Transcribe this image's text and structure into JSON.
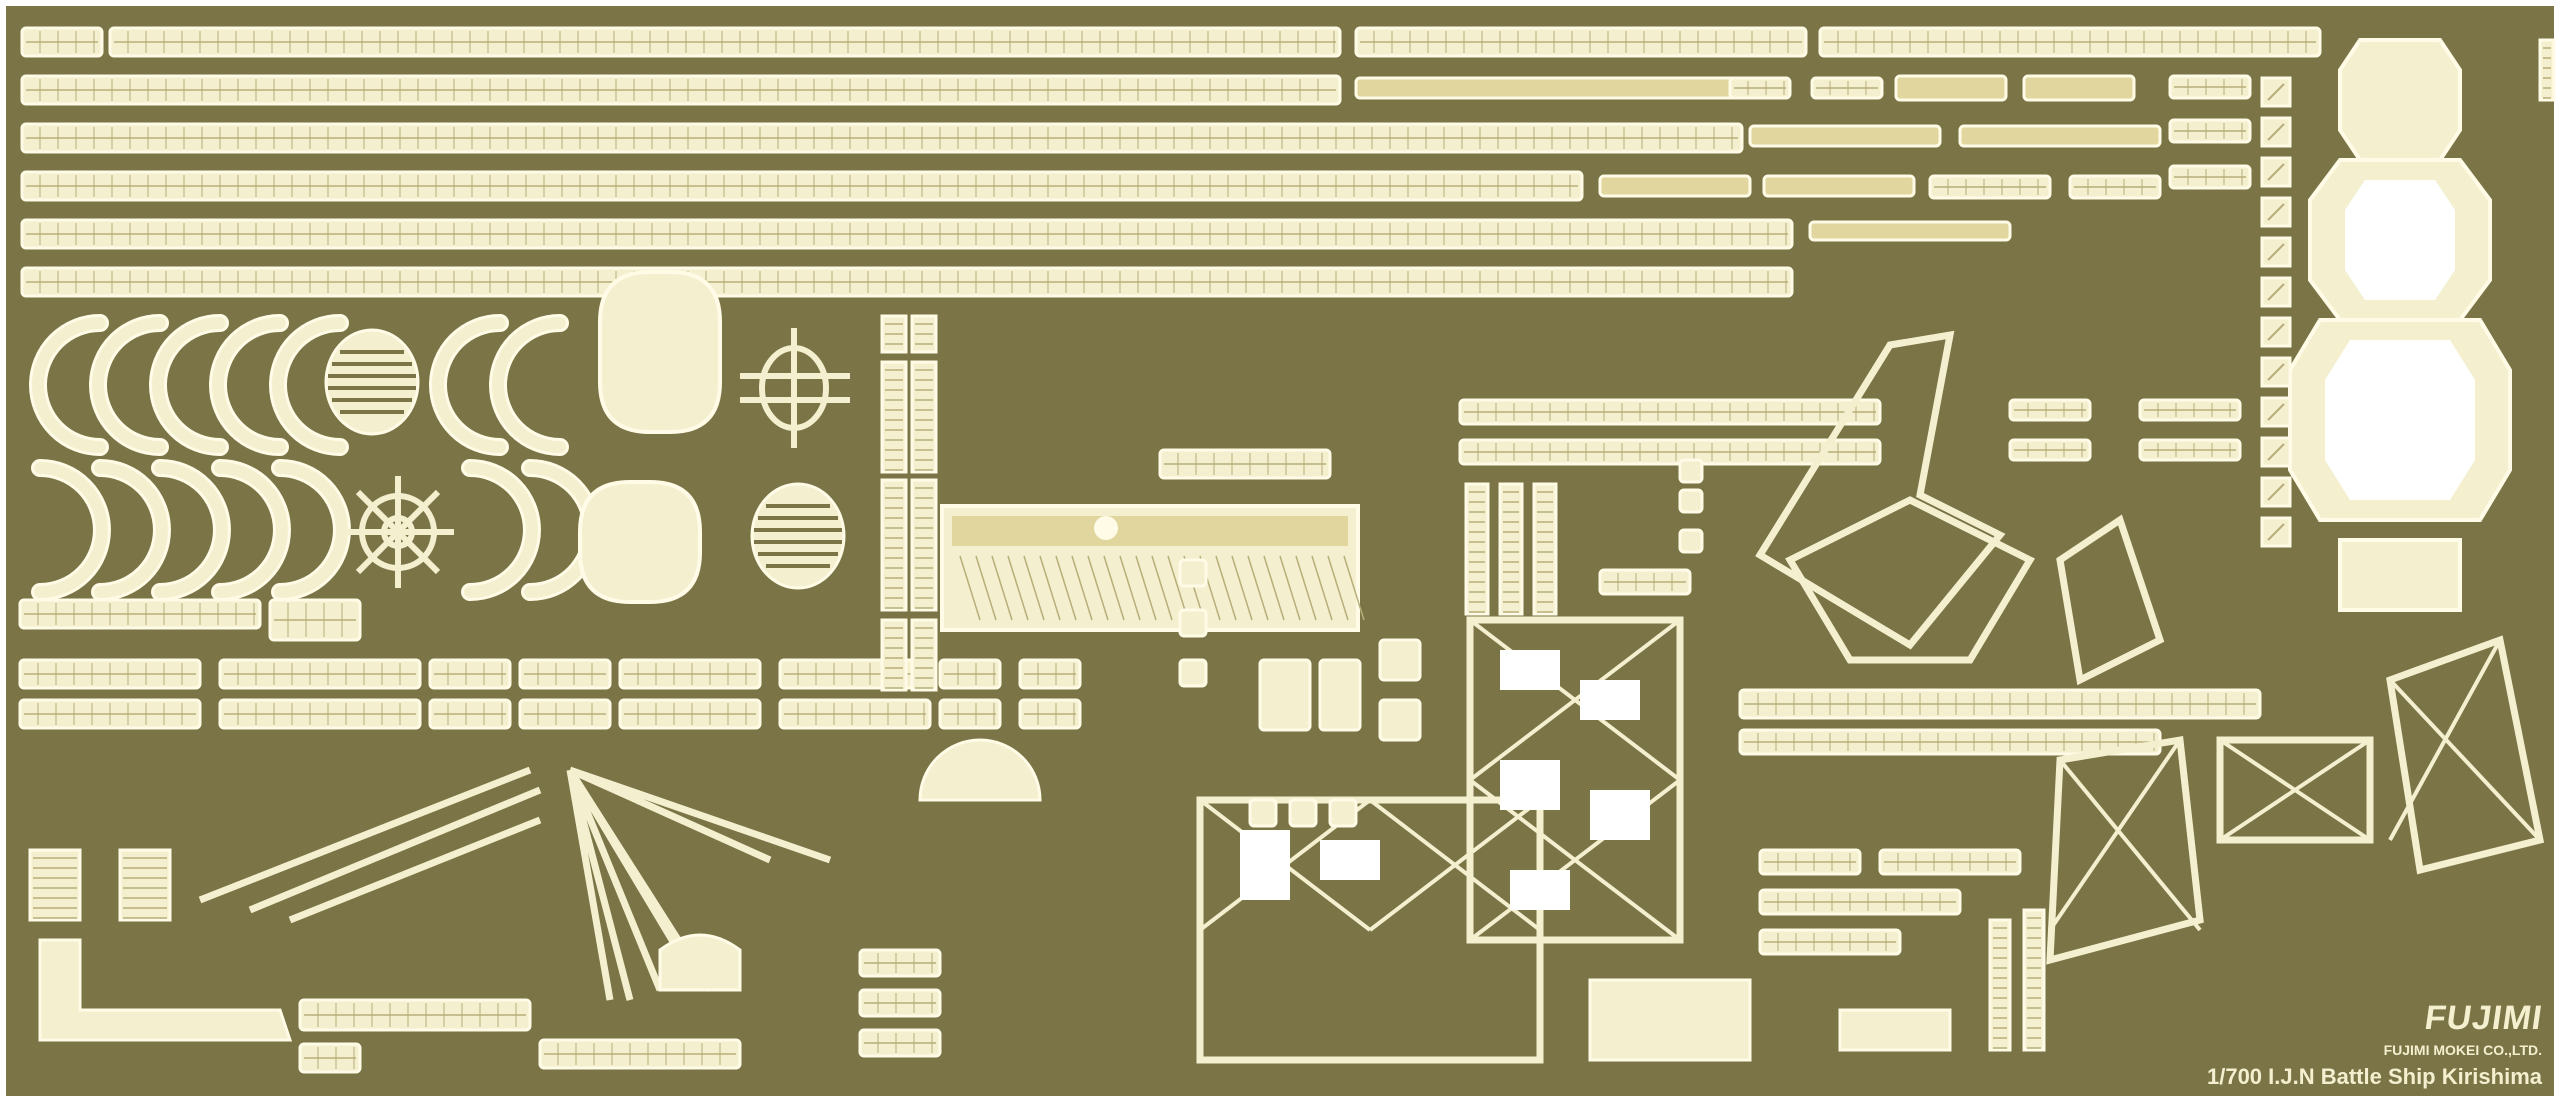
{
  "colors": {
    "fret_background": "#7a7446",
    "part_fill": "#f4efcf",
    "part_outline": "#fffbe6",
    "part_detail": "#b7ad78",
    "solid_bar": "#e2d69f"
  },
  "sheet": {
    "brand": "FUJIMI",
    "maker": "FUJIMI MOKEI CO.,LTD.",
    "title": "1/700 I.J.N Battle Ship Kirishima"
  },
  "part_types": [
    "railing-strip",
    "curved-railing",
    "lattice-frame",
    "grille-disc",
    "ladder",
    "mast-platform",
    "crane-boom",
    "deck-panel"
  ]
}
